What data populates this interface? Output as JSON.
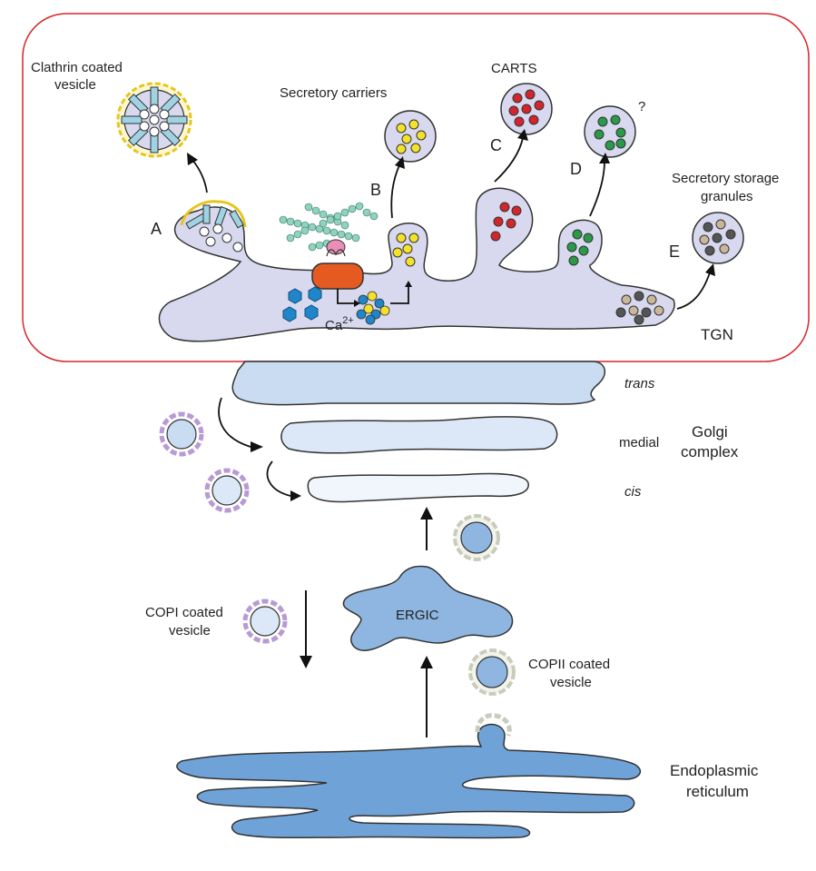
{
  "labels": {
    "clathrin_line1": "Clathrin coated",
    "clathrin_line2": "vesicle",
    "secretory_carriers": "Secretory carriers",
    "carts": "CARTS",
    "question": "?",
    "storage_line1": "Secretory storage",
    "storage_line2": "granules",
    "letter_a": "A",
    "letter_b": "B",
    "letter_c": "C",
    "letter_d": "D",
    "letter_e": "E",
    "calcium": "Ca",
    "calcium_sup": "2+",
    "tgn": "TGN",
    "trans": "trans",
    "medial": "medial",
    "cis": "cis",
    "golgi_line1": "Golgi",
    "golgi_line2": "complex",
    "ergic": "ERGIC",
    "copi_line1": "COPI coated",
    "copi_line2": "vesicle",
    "copii_line1": "COPII coated",
    "copii_line2": "vesicle",
    "er_line1": "Endoplasmic",
    "er_line2": "reticulum"
  },
  "colors": {
    "tgn_box_border": "#d7262b",
    "tgn_fill": "#d8d9ee",
    "golgi_trans": "#c9dcf1",
    "golgi_medial": "#dce8f7",
    "golgi_cis": "#f1f6fc",
    "er_fill": "#6fa3d8",
    "ergic_fill": "#8fb6e0",
    "copi_coat": "#b89ad4",
    "copii_coat": "#d9dccf",
    "yellow_cargo": "#f4e22a",
    "red_cargo": "#d3262c",
    "green_cargo": "#2a9a48",
    "blue_cargo": "#1f86c9",
    "storage_dark": "#555555",
    "storage_tan": "#c9b79a",
    "actin": "#8fd3bf",
    "channel": "#e55a20",
    "clathrin_yellow": "#e6c51f"
  }
}
